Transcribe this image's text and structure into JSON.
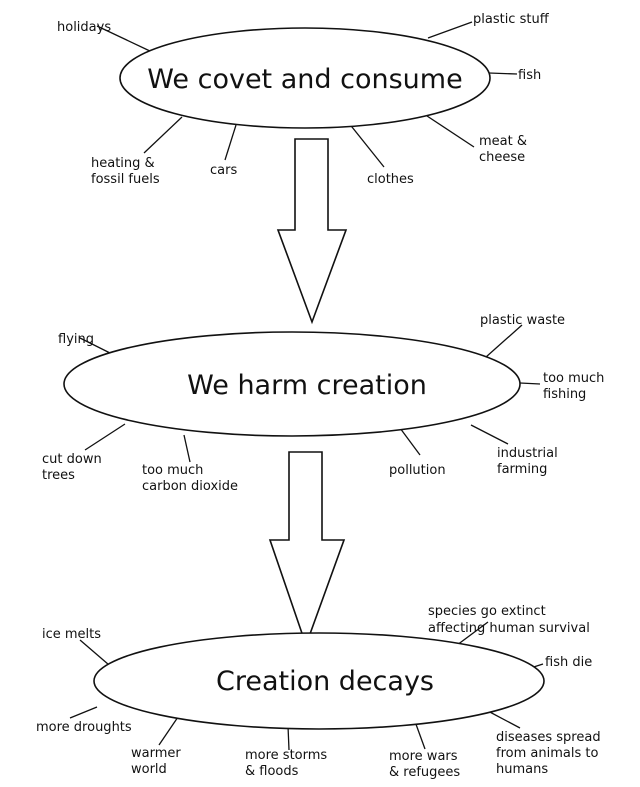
{
  "nodes": {
    "consume": "We covet and consume",
    "harm": "We harm creation",
    "decays": "Creation decays"
  },
  "consume_items": {
    "holidays": "holidays",
    "plastic_stuff": "plastic stuff",
    "fish": "fish",
    "meat_cheese": [
      "meat &",
      "cheese"
    ],
    "clothes": "clothes",
    "cars": "cars",
    "heating": [
      "heating &",
      "fossil fuels"
    ]
  },
  "harm_items": {
    "flying": "flying",
    "plastic_waste": "plastic waste",
    "too_much_fishing": [
      "too much",
      "fishing"
    ],
    "industrial_farming": [
      "industrial",
      "farming"
    ],
    "pollution": "pollution",
    "carbon_dioxide": [
      "too much",
      "carbon dioxide"
    ],
    "cut_down_trees": [
      "cut down",
      "trees"
    ]
  },
  "decay_items": {
    "ice_melts": "ice melts",
    "species_extinct": [
      "species go extinct",
      "affecting human survival"
    ],
    "fish_die": "fish die",
    "diseases": [
      "diseases spread",
      "from animals to",
      "humans"
    ],
    "wars_refugees": [
      "more wars",
      "& refugees"
    ],
    "storms_floods": [
      "more storms",
      "& floods"
    ],
    "warmer_world": [
      "warmer",
      "world"
    ],
    "droughts": "more droughts"
  }
}
